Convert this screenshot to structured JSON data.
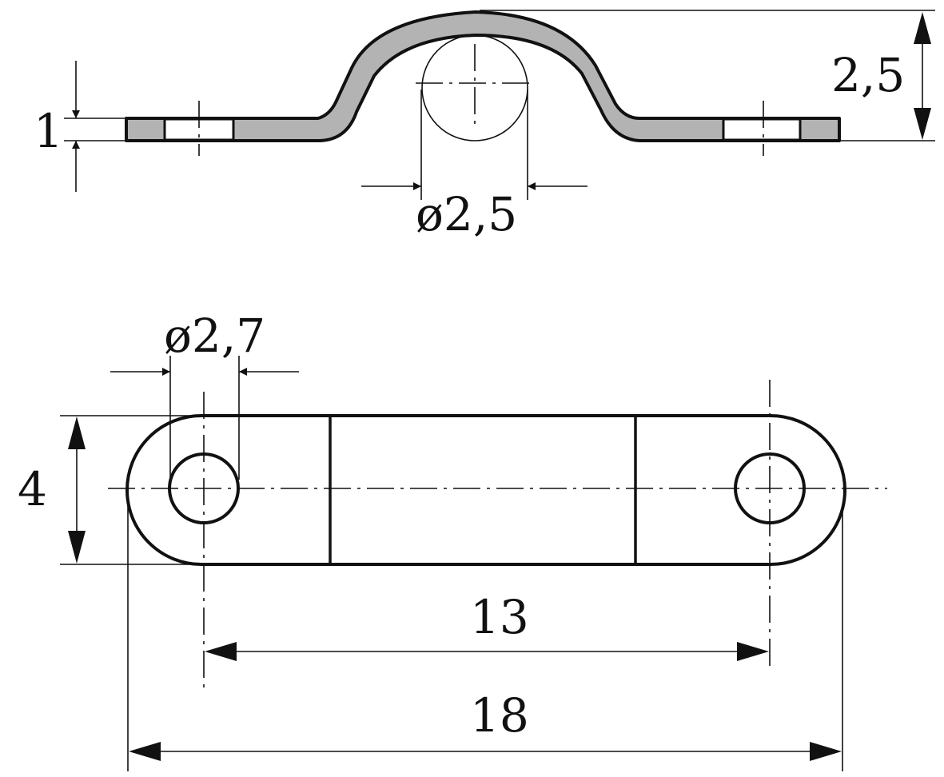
{
  "colors": {
    "line": "#111111",
    "section_fill": "#b3b3b3",
    "background": "#ffffff"
  },
  "dimensions": {
    "thickness": "1",
    "height": "2,5",
    "bend_diameter": "ø2,5",
    "hole_diameter": "ø2,7",
    "width": "4",
    "hole_spacing": "13",
    "overall_length": "18"
  }
}
